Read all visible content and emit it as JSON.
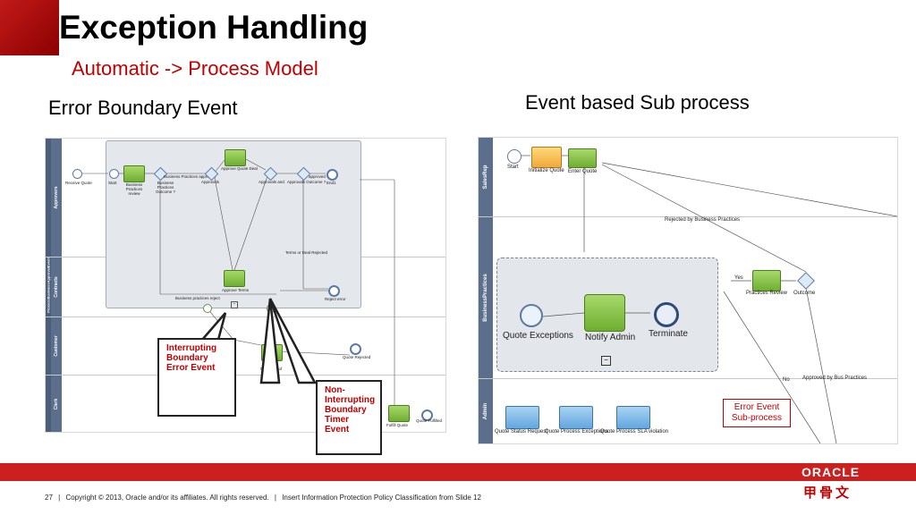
{
  "slide": {
    "title": "Exception Handling",
    "subtitle": "Automatic -> Process Model",
    "left_heading": "Error Boundary Event",
    "right_heading": "Event based Sub process"
  },
  "left_diagram": {
    "lanes": [
      "Approvers",
      "Contracts",
      "Customer",
      "Clerk"
    ],
    "pool_label": "ProcessBusinessApprovalEvent",
    "labels": {
      "receive_quote": "Receive Quote",
      "start": "Start",
      "business_practices_review": "Business Practices review",
      "business_practices_outcome": "Business Practices Outcome ?",
      "business_practices_approved": "Business Practices approved",
      "approvals": "Approvals",
      "approve_quote_deal": "Approve Quote Deal",
      "approvals_and": "Approvals and",
      "approvals_outcome": "Approvals Outcome ?",
      "approved": "approved",
      "end1": "End1",
      "terms_or_deal_rejected": "Terms or Deal Rejected",
      "approve_terms": "Approve Terms",
      "business_practices_reject": "Business practices reject",
      "reject_error": "Reject error",
      "notify_customer": "Notify Customer of Reject",
      "quote_rejected": "Quote Rejected",
      "fulfill_quote": "Fulfill Quote",
      "quote_fulfilled": "Quote Fulfilled"
    },
    "callouts": {
      "interrupting": "Interrupting Boundary Error Event",
      "non_interrupting": "Non-Interrupting Boundary Timer Event"
    }
  },
  "right_diagram": {
    "lanes": [
      "SalesRep",
      "BusinessPractices",
      "Admin"
    ],
    "labels": {
      "start": "Start",
      "initialize_quote": "Initialize Quote",
      "enter_quote": "Enter Quote",
      "rejected_by_bp": "Rejected by Business Practices",
      "yes": "Yes",
      "practices_review": "Practices Review",
      "outcome": "Outcome",
      "quote_exceptions": "Quote Exceptions",
      "notify_admin": "Notify Admin",
      "terminate": "Terminate",
      "no": "No",
      "approved_by_bp": "Approved by Bus Practices",
      "quote_status_request": "Quote Status Request",
      "quote_process_exceptions": "Quote Process Exceptions",
      "quote_process_sla": "Quote Process SLA violation"
    },
    "callout": "Error Event Sub-process"
  },
  "footer": {
    "page": "27",
    "copyright": "Copyright © 2013, Oracle and/or its affiliates. All rights reserved.",
    "classification": "Insert Information Protection Policy Classification from Slide 12",
    "brand": "ORACLE",
    "brand_cjk": "甲骨文"
  },
  "colors": {
    "accent_red": "#cc1f1f",
    "lane_blue": "#5b6f8d",
    "task_green": "#7fbf3f"
  }
}
